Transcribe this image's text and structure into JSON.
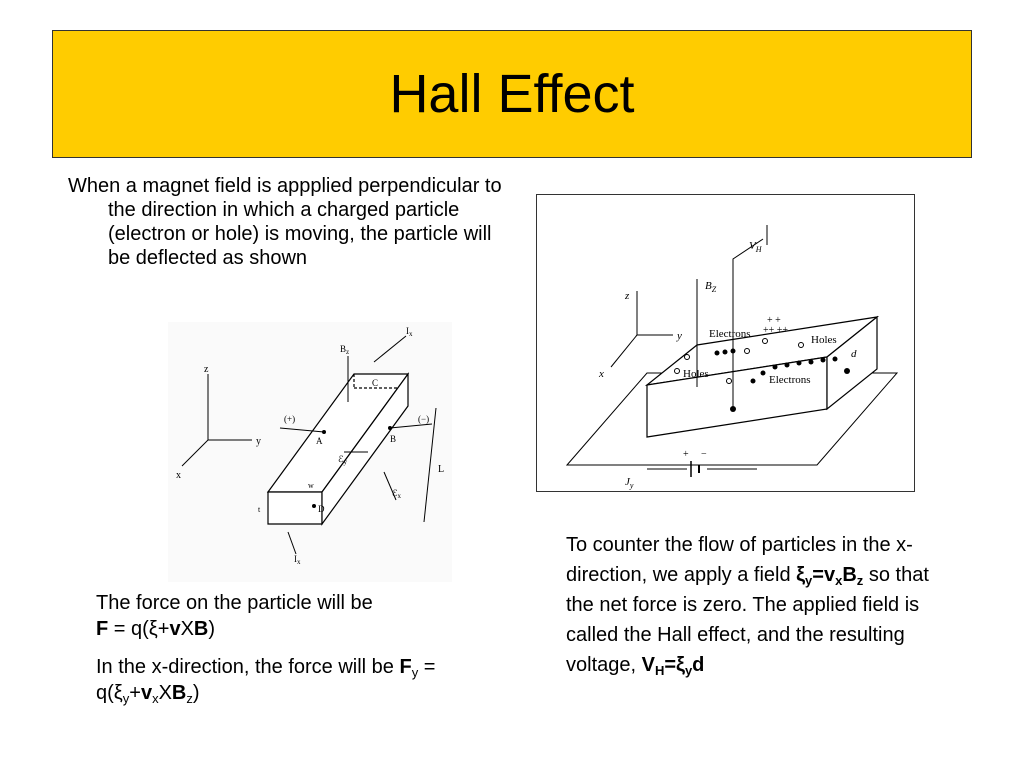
{
  "slide": {
    "title": "Hall Effect",
    "intro_text": "When a magnet field is appplied perpendicular to the direction in which a charged particle (electron or hole) is moving, the particle will be deflected as shown"
  },
  "force_text": {
    "line1": "The force on the particle will be",
    "eq1_F": "F",
    "eq1_rest_a": " = q(",
    "eq1_xi": "ξ",
    "eq1_plus": "+",
    "eq1_v": "v",
    "eq1_X": "X",
    "eq1_B": "B",
    "eq1_close": ")",
    "line2": "In the x-direction, the force will be ",
    "eq2_F": "F",
    "eq2_Fsub": "y",
    "eq2_eq": " = q(",
    "eq2_xi": "ξ",
    "eq2_xisub": "y",
    "eq2_plus": "+",
    "eq2_v": "v",
    "eq2_vsub": "x",
    "eq2_X": "X",
    "eq2_B": "B",
    "eq2_Bsub": "z",
    "eq2_close": ")"
  },
  "counter_text": {
    "part1": "To counter the flow of particles in the x-direction, we apply a field ",
    "xi": "ξ",
    "xi_sub": "y",
    "eq": "=v",
    "v_sub": "x",
    "B": "B",
    "B_sub": "z",
    "part2": " so that the net force is zero.  The applied field is called the Hall effect, and the resulting voltage, ",
    "VH": "V",
    "VH_sub": "H",
    "eq2": "=",
    "xi2": "ξ",
    "xi2_sub": "y",
    "d": "d"
  },
  "fig_left_labels": {
    "z": "z",
    "y": "y",
    "x": "x",
    "Ix_top": "I",
    "Ix_top_sub": "x",
    "Bz": "B",
    "Bz_sub": "z",
    "C": "C",
    "plus": "(+)",
    "minus": "(−)",
    "A": "A",
    "B": "B",
    "Ey": "ℰ",
    "Ey_sub": "y",
    "Ex": "ℰ",
    "Ex_sub": "x",
    "L": "L",
    "w": "w",
    "t": "t",
    "D": "D",
    "Ix_bot": "I",
    "Ix_bot_sub": "x"
  },
  "fig_right_labels": {
    "VH": "V",
    "VH_sub": "H",
    "Bz": "B",
    "Bz_sub": "Z",
    "z": "z",
    "y": "y",
    "x": "x",
    "electrons_top": "Electrons",
    "holes_right": "Holes",
    "holes_left": "Holes",
    "electrons_bottom": "Electrons",
    "d": "d",
    "plus_signs": "+ +",
    "plus_signs2": "++ ++",
    "battery_plus": "+",
    "battery_minus": "−",
    "Jy": "J",
    "Jy_sub": "y"
  }
}
